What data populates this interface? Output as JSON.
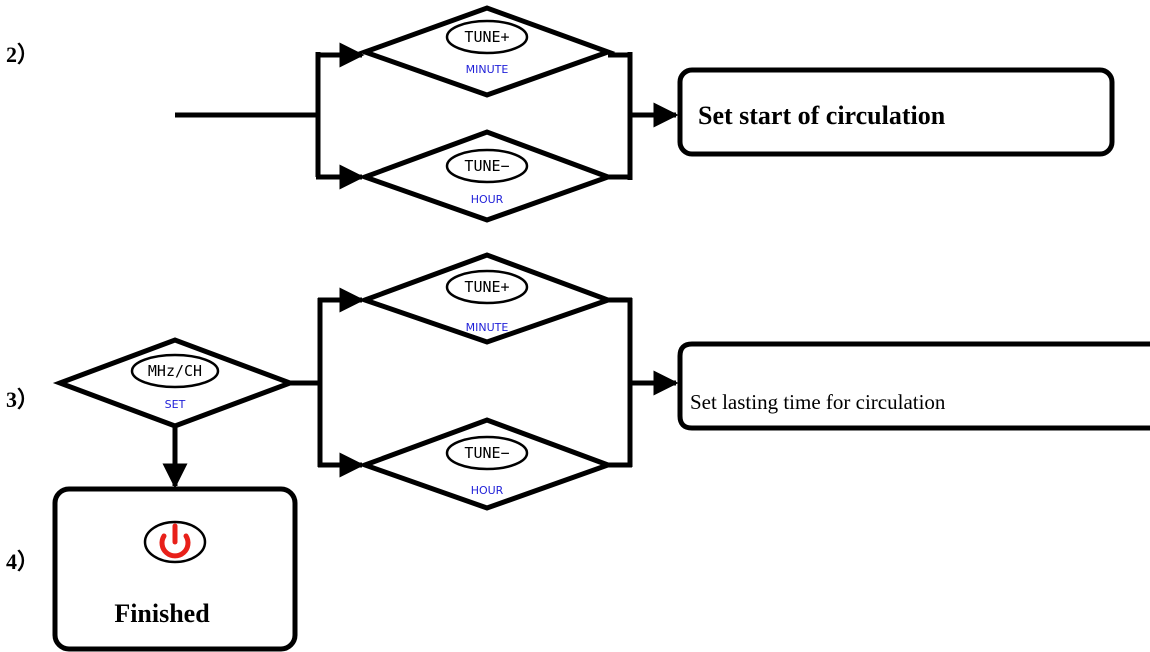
{
  "steps": {
    "step2": "2）",
    "step3": "3）",
    "step4": "4）"
  },
  "keys": {
    "tune_plus": "TUNE+",
    "tune_minus": "TUNE−",
    "mhz_ch": "MHz/CH",
    "minute": "MINUTE",
    "hour": "HOUR",
    "set": "SET"
  },
  "boxes": {
    "set_start": "Set start of circulation",
    "set_lasting": "Set lasting time for circulation",
    "finished": "Finished"
  },
  "icons": {
    "power": "power-icon"
  },
  "colors": {
    "label_blue": "#1f1fd8",
    "power_red": "#e8201a",
    "line": "#000000"
  }
}
